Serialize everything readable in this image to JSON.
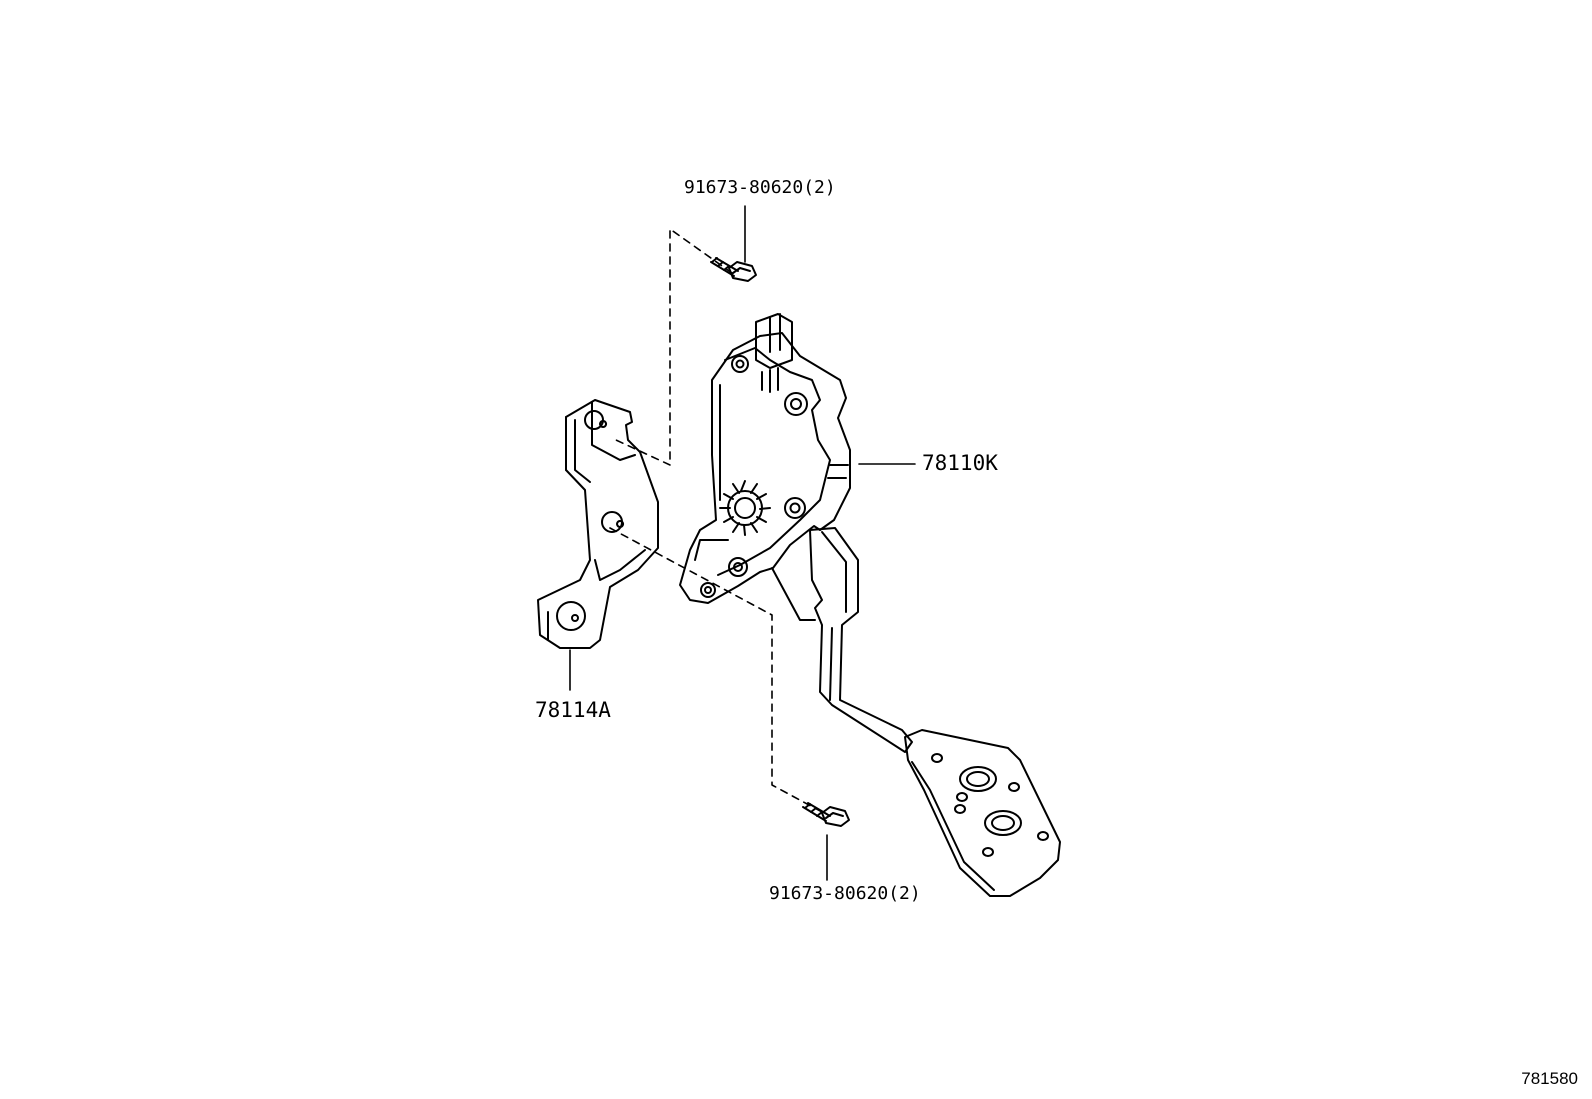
{
  "labels": {
    "bolt_top": "91673-80620(2)",
    "bolt_bottom": "91673-80620(2)",
    "pedal_assy": "78110K",
    "bracket": "78114A"
  },
  "figure_id": "781580",
  "colors": {
    "line": "#000000",
    "background": "#ffffff"
  }
}
